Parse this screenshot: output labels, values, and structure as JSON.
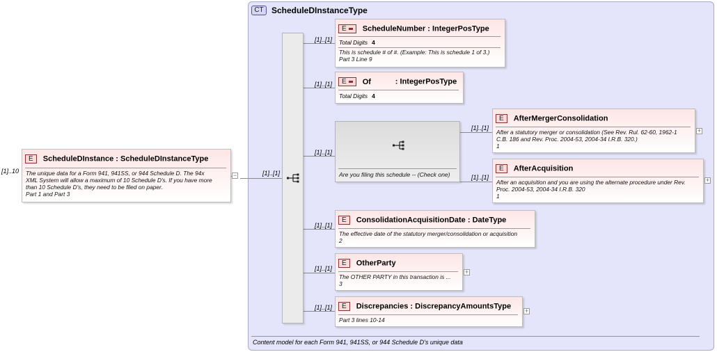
{
  "root": {
    "cardinality": "[1]..10",
    "badge": "E",
    "name": "ScheduleDInstance",
    "type": ": ScheduleDInstanceType",
    "doc_lines": [
      "The unique data for a Form 941, 941SS, or 944 Schedule D. The 94x",
      "XML System will allow a maximum of 10 Schedule D's. If you have more",
      "than 10 Schedule D's, they need to be filed on paper.",
      "Part 1 and Part 3"
    ],
    "collapse_symbol": "−"
  },
  "complex_type": {
    "badge": "CT",
    "name": "ScheduleDInstanceType",
    "doc": "Content model for each Form 941, 941SS, or 944 Schedule D's unique data",
    "sequence_cardinality": "[1]..[1]"
  },
  "children": {
    "schedule_number": {
      "cardinality": "[1]..[1]",
      "badge": "E",
      "name": "ScheduleNumber",
      "type": ": IntegerPosType",
      "facet_label": "Total Digits",
      "facet_value": "4",
      "doc_lines": [
        "This is schedule # of #. (Example: This is schedule 1 of 3.)",
        "Part 3 Line 9"
      ]
    },
    "of": {
      "cardinality": "[1]..[1]",
      "badge": "E",
      "name": "Of",
      "type": ": IntegerPosType",
      "facet_label": "Total Digits",
      "facet_value": "4"
    },
    "choice": {
      "cardinality": "[1]..[1]",
      "doc": "Are you filing this schedule -- (Check one)",
      "after_merger": {
        "cardinality": "[1]..[1]",
        "badge": "E",
        "name": "AfterMergerConsolidation",
        "doc_lines": [
          "After a statutory merger or consolidation (See Rev. Rul. 62-60, 1962-1",
          "C.B. 186 and Rev. Proc. 2004-53, 2004-34 I.R.B. 320.)",
          "1"
        ],
        "expand_symbol": "+"
      },
      "after_acquisition": {
        "cardinality": "[1]..[1]",
        "badge": "E",
        "name": "AfterAcquisition",
        "doc_lines": [
          "After an acquisition and you are using the alternate procedure under Rev.",
          "Proc. 2004-53, 2004-34 I.R.B. 320",
          "1"
        ],
        "expand_symbol": "+"
      }
    },
    "consolidation_date": {
      "cardinality": "[1]..[1]",
      "badge": "E",
      "name": "ConsolidationAcquisitionDate",
      "type": ": DateType",
      "doc_lines": [
        "The effective date of the statutory merger/consolidation or acquisition",
        "2"
      ]
    },
    "other_party": {
      "cardinality": "[1]..[1]",
      "badge": "E",
      "name": "OtherParty",
      "doc_lines": [
        "The OTHER PARTY in this transaction is ...",
        "3"
      ],
      "expand_symbol": "+"
    },
    "discrepancies": {
      "cardinality": "[1]..[1]",
      "badge": "E",
      "name": "Discrepancies",
      "type": ": DiscrepancyAmountsType",
      "doc_lines": [
        "Part 3 lines 10-14"
      ],
      "expand_symbol": "+"
    }
  },
  "icons": {
    "sequence": "sequence-compositor-icon",
    "choice": "choice-compositor-icon"
  }
}
